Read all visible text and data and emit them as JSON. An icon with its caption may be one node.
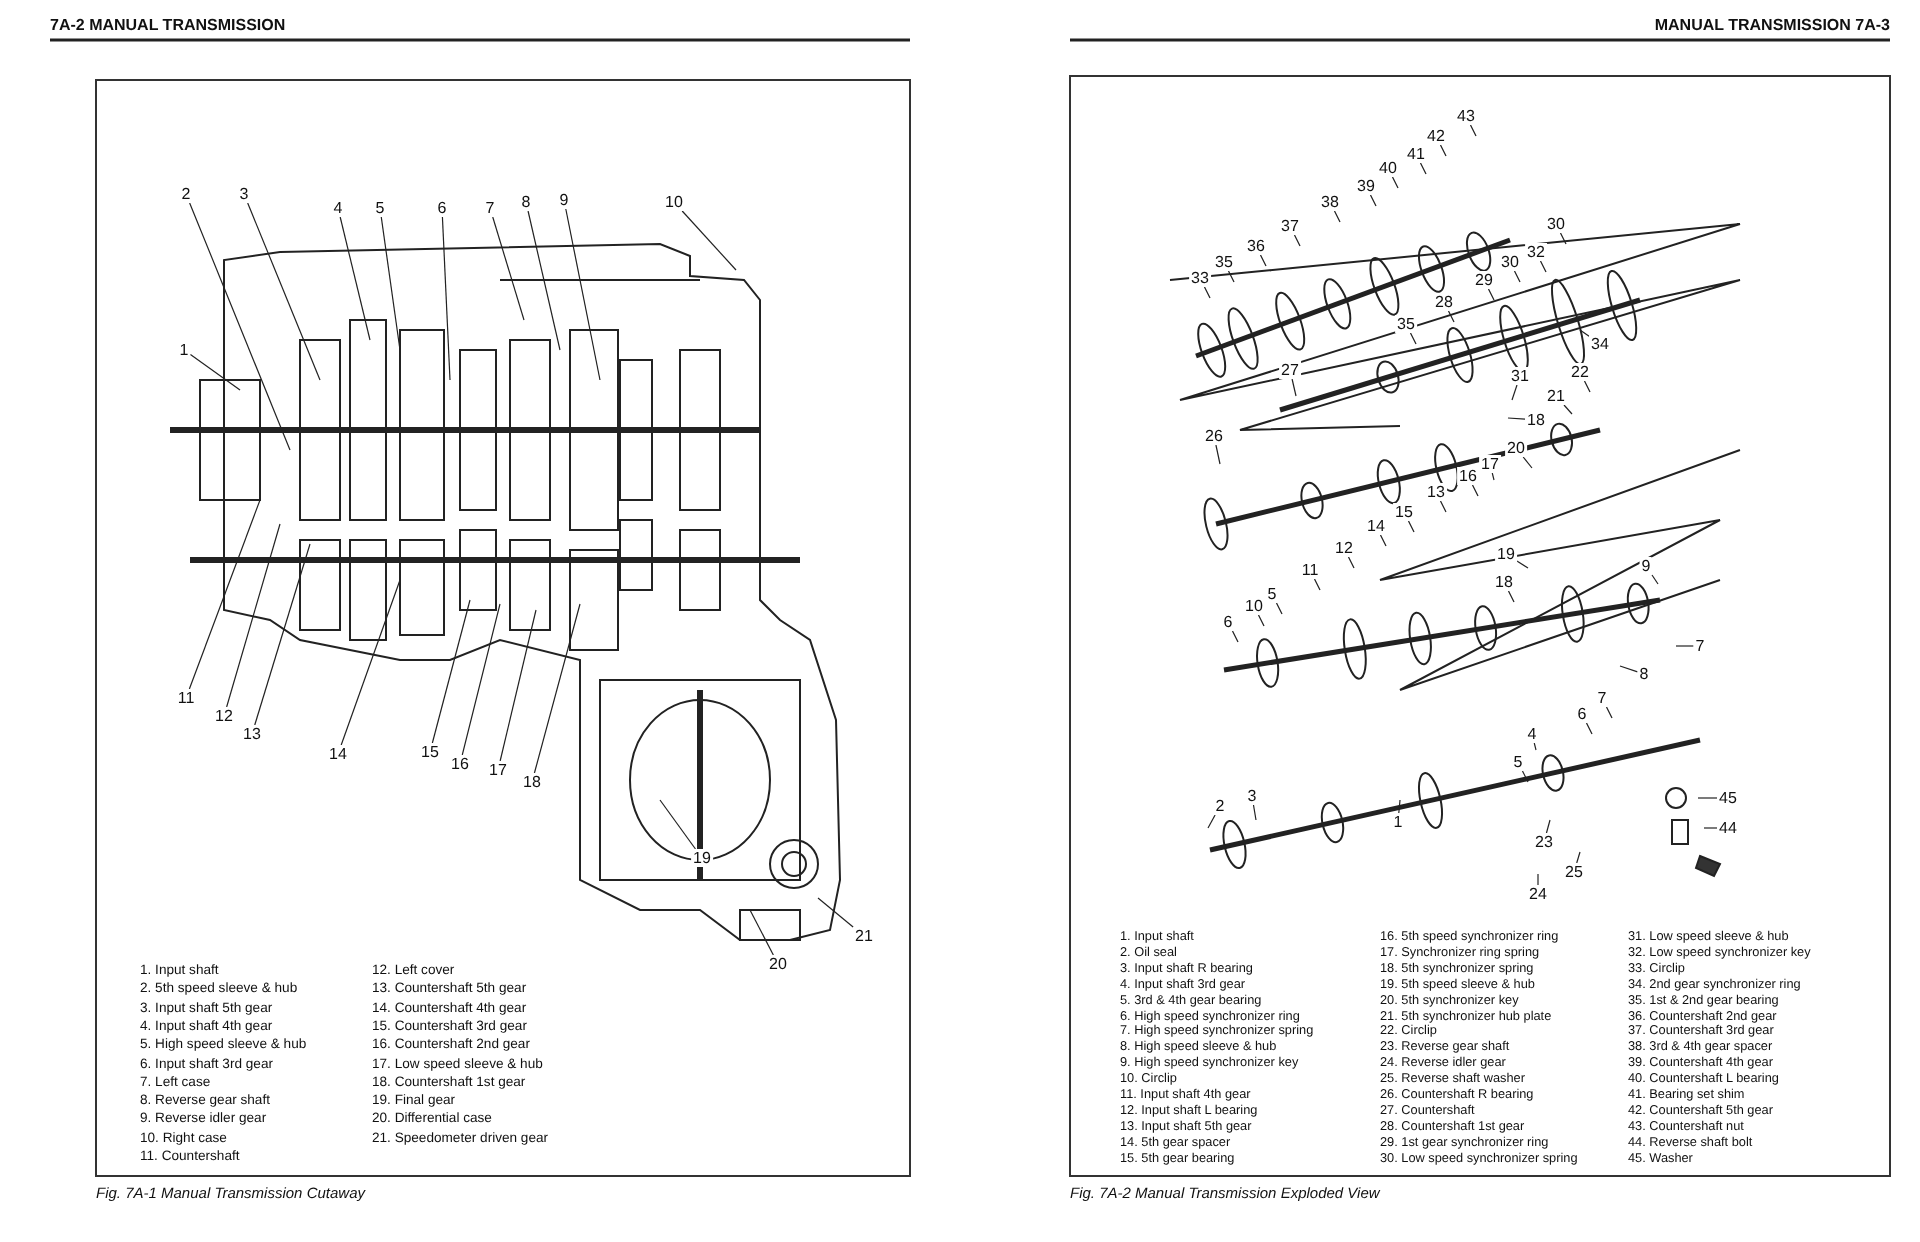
{
  "diagram": {
    "nodes": [
      {
        "text": [
          "2"
        ]
      },
      {
        "text": [
          "3"
        ]
      },
      {
        "text": [
          "4"
        ]
      },
      {
        "text": [
          "5"
        ]
      },
      {
        "text": [
          "6"
        ]
      },
      {
        "text": [
          "7"
        ]
      },
      {
        "text": [
          "8"
        ]
      },
      {
        "text": [
          "9"
        ]
      },
      {
        "text": [
          "10"
        ]
      },
      {
        "text": [
          "1"
        ]
      },
      {
        "text": [
          "11"
        ]
      },
      {
        "text": [
          "12"
        ]
      },
      {
        "text": [
          "13"
        ]
      },
      {
        "text": [
          "14"
        ]
      },
      {
        "text": [
          "15"
        ]
      },
      {
        "text": [
          "16"
        ]
      },
      {
        "text": [
          "17"
        ]
      },
      {
        "text": [
          "18"
        ]
      },
      {
        "text": [
          "19"
        ]
      },
      {
        "text": [
          "20"
        ]
      },
      {
        "text": [
          "21"
        ]
      },
      {
        "text": [
          "43"
        ]
      },
      {
        "text": [
          "42"
        ]
      },
      {
        "text": [
          "41"
        ]
      },
      {
        "text": [
          "40"
        ]
      },
      {
        "text": [
          "39"
        ]
      },
      {
        "text": [
          "38"
        ]
      },
      {
        "text": [
          "37"
        ]
      },
      {
        "text": [
          "36"
        ]
      },
      {
        "text": [
          "35"
        ]
      },
      {
        "text": [
          "33"
        ]
      },
      {
        "text": [
          "30"
        ]
      },
      {
        "text": [
          "32"
        ]
      },
      {
        "text": [
          "30"
        ]
      },
      {
        "text": [
          "29"
        ]
      },
      {
        "text": [
          "28"
        ]
      },
      {
        "text": [
          "35"
        ]
      },
      {
        "text": [
          "34"
        ]
      },
      {
        "text": [
          "27"
        ]
      },
      {
        "text": [
          "31"
        ]
      },
      {
        "text": [
          "22"
        ]
      },
      {
        "text": [
          "21"
        ]
      },
      {
        "text": [
          "18"
        ]
      },
      {
        "text": [
          "26"
        ]
      },
      {
        "text": [
          "20"
        ]
      },
      {
        "text": [
          "17"
        ]
      },
      {
        "text": [
          "16"
        ]
      },
      {
        "text": [
          "13"
        ]
      },
      {
        "text": [
          "15"
        ]
      },
      {
        "text": [
          "14"
        ]
      },
      {
        "text": [
          "12"
        ]
      },
      {
        "text": [
          "11"
        ]
      },
      {
        "text": [
          "19"
        ]
      },
      {
        "text": [
          "18"
        ]
      },
      {
        "text": [
          "9"
        ]
      },
      {
        "text": [
          "5"
        ]
      },
      {
        "text": [
          "10"
        ]
      },
      {
        "text": [
          "6"
        ]
      },
      {
        "text": [
          "7"
        ]
      },
      {
        "text": [
          "8"
        ]
      },
      {
        "text": [
          "7"
        ]
      },
      {
        "text": [
          "6"
        ]
      },
      {
        "text": [
          "4"
        ]
      },
      {
        "text": [
          "5"
        ]
      },
      {
        "text": [
          "3"
        ]
      },
      {
        "text": [
          "2"
        ]
      },
      {
        "text": [
          "1"
        ]
      },
      {
        "text": [
          "45"
        ]
      },
      {
        "text": [
          "44"
        ]
      },
      {
        "text": [
          "23"
        ]
      },
      {
        "text": [
          "25"
        ]
      },
      {
        "text": [
          "24"
        ]
      }
    ],
    "edges": [
      {
        "from": 0,
        "to": null,
        "arrow": "none"
      },
      {
        "from": 1,
        "to": null,
        "arrow": "none"
      },
      {
        "from": 2,
        "to": null,
        "arrow": "none"
      },
      {
        "from": 3,
        "to": null,
        "arrow": "none"
      },
      {
        "from": 4,
        "to": null,
        "arrow": "none"
      },
      {
        "from": 5,
        "to": null,
        "arrow": "none"
      },
      {
        "from": 6,
        "to": null,
        "arrow": "none"
      },
      {
        "from": 7,
        "to": null,
        "arrow": "none"
      },
      {
        "from": 8,
        "to": null,
        "arrow": "none"
      },
      {
        "from": 9,
        "to": null,
        "arrow": "none"
      },
      {
        "from": 10,
        "to": null,
        "arrow": "none"
      },
      {
        "from": 11,
        "to": null,
        "arrow": "none"
      },
      {
        "from": 12,
        "to": null,
        "arrow": "none"
      },
      {
        "from": 13,
        "to": null,
        "arrow": "none"
      },
      {
        "from": 14,
        "to": null,
        "arrow": "none"
      },
      {
        "from": 15,
        "to": null,
        "arrow": "none"
      },
      {
        "from": 16,
        "to": null,
        "arrow": "none"
      },
      {
        "from": 17,
        "to": null,
        "arrow": "none"
      },
      {
        "from": 18,
        "to": null,
        "arrow": "none"
      },
      {
        "from": 19,
        "to": null,
        "arrow": "none"
      },
      {
        "from": 20,
        "to": null,
        "arrow": "none"
      },
      {
        "from": 21,
        "to": null,
        "arrow": "none"
      },
      {
        "from": 22,
        "to": null,
        "arrow": "none"
      },
      {
        "from": 23,
        "to": null,
        "arrow": "none"
      },
      {
        "from": 24,
        "to": null,
        "arrow": "none"
      },
      {
        "from": 25,
        "to": null,
        "arrow": "none"
      },
      {
        "from": 26,
        "to": null,
        "arrow": "none"
      },
      {
        "from": 27,
        "to": null,
        "arrow": "none"
      },
      {
        "from": 28,
        "to": null,
        "arrow": "none"
      },
      {
        "from": 29,
        "to": null,
        "arrow": "none"
      },
      {
        "from": 30,
        "to": null,
        "arrow": "none"
      },
      {
        "from": 31,
        "to": null,
        "arrow": "none"
      },
      {
        "from": 32,
        "to": null,
        "arrow": "none"
      },
      {
        "from": 33,
        "to": null,
        "arrow": "none"
      },
      {
        "from": 34,
        "to": null,
        "arrow": "none"
      },
      {
        "from": 35,
        "to": null,
        "arrow": "none"
      },
      {
        "from": 36,
        "to": null,
        "arrow": "none"
      },
      {
        "from": 37,
        "to": null,
        "arrow": "none"
      },
      {
        "from": 38,
        "to": null,
        "arrow": "none"
      },
      {
        "from": 39,
        "to": null,
        "arrow": "none"
      },
      {
        "from": 40,
        "to": null,
        "arrow": "none"
      },
      {
        "from": 41,
        "to": null,
        "arrow": "none"
      },
      {
        "from": 42,
        "to": null,
        "arrow": "none"
      },
      {
        "from": 43,
        "to": null,
        "arrow": "none"
      },
      {
        "from": 44,
        "to": null,
        "arrow": "none"
      },
      {
        "from": 45,
        "to": null,
        "arrow": "none"
      },
      {
        "from": 46,
        "to": null,
        "arrow": "none"
      },
      {
        "from": 47,
        "to": null,
        "arrow": "none"
      },
      {
        "from": 48,
        "to": null,
        "arrow": "none"
      },
      {
        "from": 49,
        "to": null,
        "arrow": "none"
      },
      {
        "from": 50,
        "to": null,
        "arrow": "none"
      },
      {
        "from": 51,
        "to": null,
        "arrow": "none"
      },
      {
        "from": 52,
        "to": null,
        "arrow": "none"
      },
      {
        "from": 53,
        "to": null,
        "arrow": "none"
      },
      {
        "from": 54,
        "to": null,
        "arrow": "none"
      },
      {
        "from": 55,
        "to": null,
        "arrow": "none"
      },
      {
        "from": 56,
        "to": null,
        "arrow": "none"
      },
      {
        "from": 57,
        "to": null,
        "arrow": "none"
      },
      {
        "from": 58,
        "to": null,
        "arrow": "none"
      },
      {
        "from": 59,
        "to": null,
        "arrow": "none"
      },
      {
        "from": 60,
        "to": null,
        "arrow": "none"
      },
      {
        "from": 61,
        "to": null,
        "arrow": "none"
      },
      {
        "from": 62,
        "to": null,
        "arrow": "none"
      },
      {
        "from": 63,
        "to": null,
        "arrow": "none"
      },
      {
        "from": 64,
        "to": null,
        "arrow": "none"
      },
      {
        "from": 65,
        "to": null,
        "arrow": "none"
      },
      {
        "from": 66,
        "to": null,
        "arrow": "none"
      },
      {
        "from": 67,
        "to": null,
        "arrow": "none"
      },
      {
        "from": 68,
        "to": null,
        "arrow": "none"
      },
      {
        "from": 69,
        "to": null,
        "arrow": "none"
      },
      {
        "from": 70,
        "to": null,
        "arrow": "none"
      },
      {
        "from": 71,
        "to": null,
        "arrow": "none"
      }
    ],
    "labels": [
      "7A-2 MANUAL TRANSMISSION",
      "MANUAL TRANSMISSION 7A-3",
      "1. Input shaft",
      "2. 5th speed sleeve & hub",
      "3. Input shaft 5th gear",
      "4. Input shaft 4th gear",
      "5. High speed sleeve & hub",
      "6. Input shaft 3rd gear",
      "7. Left case",
      "8. Reverse gear shaft",
      "9. Reverse idler gear",
      "10. Right case",
      "11. Countershaft",
      "12. Left cover",
      "13. Countershaft 5th gear",
      "14. Countershaft 4th gear",
      "15. Countershaft 3rd gear",
      "16. Countershaft 2nd gear",
      "17. Low speed sleeve & hub",
      "18. Countershaft 1st gear",
      "19. Final gear",
      "20. Differential case",
      "21. Speedometer driven gear",
      "1. Input shaft",
      "2. Oil seal",
      "3. Input shaft R bearing",
      "4. Input shaft 3rd gear",
      "5. 3rd & 4th gear bearing",
      "6. High speed synchronizer ring",
      "7. High speed synchronizer spring",
      "8. High speed sleeve & hub",
      "9. High speed synchronizer key",
      "10. Circlip",
      "11. Input shaft 4th gear",
      "12. Input shaft L bearing",
      "13. Input shaft 5th gear",
      "14. 5th gear spacer",
      "15. 5th gear bearing",
      "16. 5th speed synchronizer ring",
      "17. Synchronizer ring spring",
      "18. 5th synchronizer spring",
      "19. 5th speed sleeve & hub",
      "20. 5th synchronizer key",
      "21. 5th synchronizer hub plate",
      "22. Circlip",
      "23. Reverse gear shaft",
      "24. Reverse idler gear",
      "25. Reverse shaft washer",
      "26. Countershaft R bearing",
      "27. Countershaft",
      "28. Countershaft 1st gear",
      "29. 1st gear synchronizer ring",
      "30. Low speed synchronizer spring",
      "31. Low speed sleeve & hub",
      "32. Low speed synchronizer key",
      "33. Circlip",
      "34. 2nd gear synchronizer ring",
      "35. 1st & 2nd gear bearing",
      "36. Countershaft 2nd gear",
      "37. Countershaft 3rd gear",
      "38. 3rd & 4th gear spacer",
      "39. Countershaft 4th gear",
      "40. Countershaft L bearing",
      "41. Bearing set shim",
      "42. Countershaft 5th gear",
      "43. Countershaft nut",
      "44. Reverse shaft bolt",
      "45. Washer",
      "Fig. 7A-1 Manual Transmission Cutaway",
      "Fig. 7A-2 Manual Transmission Exploded View"
    ]
  }
}
